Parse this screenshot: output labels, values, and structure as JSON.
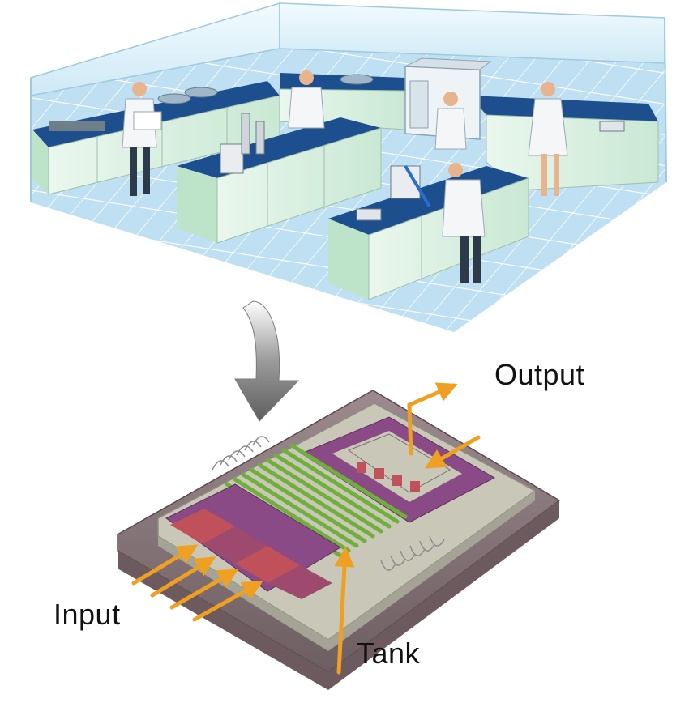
{
  "labels": {
    "output": "Output",
    "input": "Input",
    "tank": "Tank"
  },
  "colors": {
    "floor_tile": "#bfe0f3",
    "floor_line": "#ffffff",
    "wall": "#dff1f8",
    "counter_top": "#1d4f8f",
    "cabinet": "#dff2e4",
    "lab_coat": "#f4f6f8",
    "chip_base": "#8a7a7e",
    "chip_plate": "#c9c7b8",
    "chip_purple": "#8a4a86",
    "chip_red": "#c0505a",
    "channel_green": "#6fb03a",
    "arrow_orange": "#f0a020",
    "process_arrow": "#808080"
  },
  "icons": [
    "scientist-icon",
    "lab-bench-icon",
    "microscope-icon",
    "sink-icon",
    "fume-hood-icon"
  ]
}
